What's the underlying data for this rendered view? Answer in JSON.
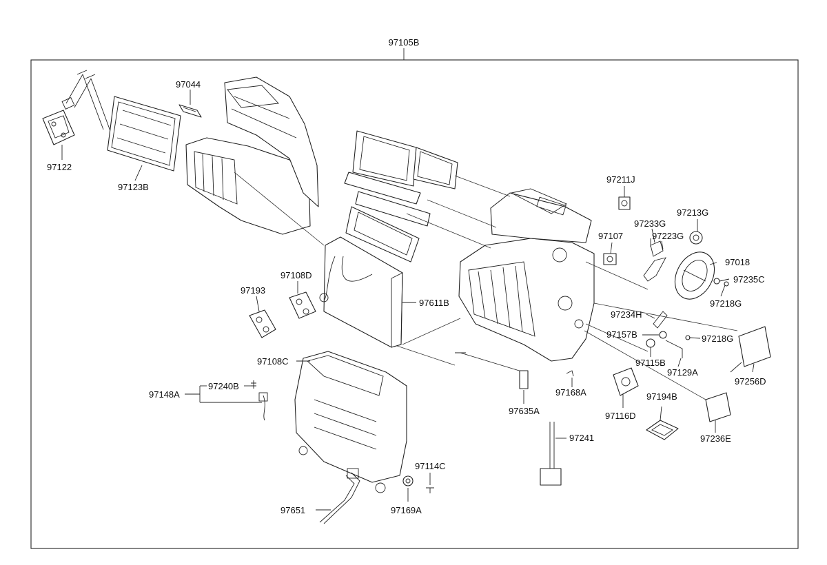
{
  "diagram": {
    "assembly_label": "97105B",
    "parts": [
      {
        "id": "p97122",
        "label": "97122"
      },
      {
        "id": "p97123B",
        "label": "97123B"
      },
      {
        "id": "p97044",
        "label": "97044"
      },
      {
        "id": "p97193",
        "label": "97193"
      },
      {
        "id": "p97108D",
        "label": "97108D"
      },
      {
        "id": "p97611B",
        "label": "97611B"
      },
      {
        "id": "p97108C",
        "label": "97108C"
      },
      {
        "id": "p97148A",
        "label": "97148A"
      },
      {
        "id": "p97240B",
        "label": "97240B"
      },
      {
        "id": "p97114C",
        "label": "97114C"
      },
      {
        "id": "p97169A",
        "label": "97169A"
      },
      {
        "id": "p97651",
        "label": "97651"
      },
      {
        "id": "p97635A",
        "label": "97635A"
      },
      {
        "id": "p97168A",
        "label": "97168A"
      },
      {
        "id": "p97241",
        "label": "97241"
      },
      {
        "id": "p97211J",
        "label": "97211J"
      },
      {
        "id": "p97213G",
        "label": "97213G"
      },
      {
        "id": "p97233G",
        "label": "97233G"
      },
      {
        "id": "p97223G",
        "label": "97223G"
      },
      {
        "id": "p97107",
        "label": "97107"
      },
      {
        "id": "p97018",
        "label": "97018"
      },
      {
        "id": "p97235C",
        "label": "97235C"
      },
      {
        "id": "p97218G1",
        "label": "97218G"
      },
      {
        "id": "p97234H",
        "label": "97234H"
      },
      {
        "id": "p97157B",
        "label": "97157B"
      },
      {
        "id": "p97218G2",
        "label": "97218G"
      },
      {
        "id": "p97115B",
        "label": "97115B"
      },
      {
        "id": "p97129A",
        "label": "97129A"
      },
      {
        "id": "p97256D",
        "label": "97256D"
      },
      {
        "id": "p97116D",
        "label": "97116D"
      },
      {
        "id": "p97194B",
        "label": "97194B"
      },
      {
        "id": "p97236E",
        "label": "97236E"
      }
    ]
  }
}
